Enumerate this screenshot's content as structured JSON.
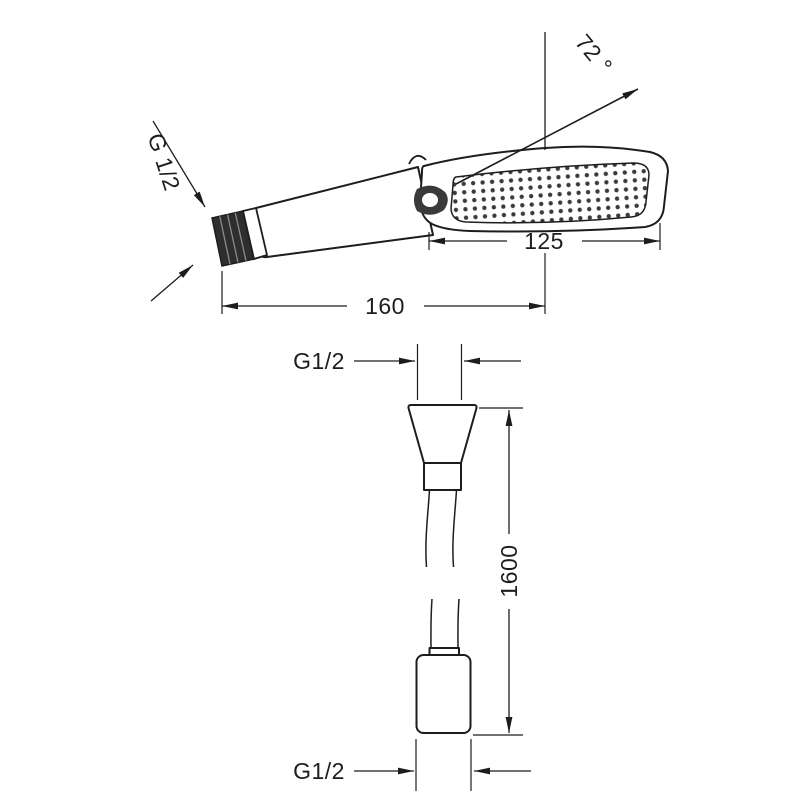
{
  "labels": {
    "angle": "72 °",
    "head_thread": "G 1/2",
    "head_width": "125",
    "head_length": "160",
    "hose_thread_top": "G1/2",
    "hose_length": "1600",
    "hose_thread_bottom": "G1/2"
  },
  "colors": {
    "ink": "#1d1d1b",
    "background": "#ffffff",
    "nozzle_dots": "#3a3a3a"
  }
}
